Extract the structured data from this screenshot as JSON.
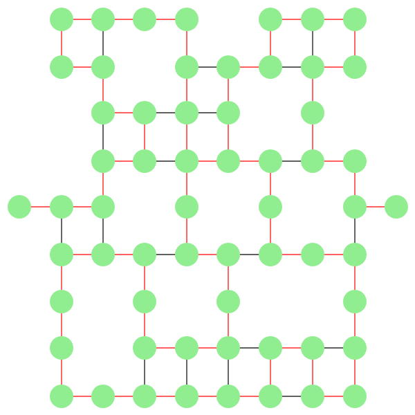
{
  "colors": {
    "node": "#90ee90",
    "edge_red": "#ff0000",
    "edge_black": "#000000",
    "background": "#ffffff"
  },
  "nodes": [
    {
      "id": "r0c1"
    },
    {
      "id": "r0c2"
    },
    {
      "id": "r0c3"
    },
    {
      "id": "r0c4"
    },
    {
      "id": "r0c6"
    },
    {
      "id": "r0c7"
    },
    {
      "id": "r0c8"
    },
    {
      "id": "r1c1"
    },
    {
      "id": "r1c2"
    },
    {
      "id": "r1c4"
    },
    {
      "id": "r1c5"
    },
    {
      "id": "r1c6"
    },
    {
      "id": "r1c7"
    },
    {
      "id": "r1c8"
    },
    {
      "id": "r2c2"
    },
    {
      "id": "r2c3"
    },
    {
      "id": "r2c4"
    },
    {
      "id": "r2c5"
    },
    {
      "id": "r2c7"
    },
    {
      "id": "r3c2"
    },
    {
      "id": "r3c3"
    },
    {
      "id": "r3c4"
    },
    {
      "id": "r3c5"
    },
    {
      "id": "r3c6"
    },
    {
      "id": "r3c7"
    },
    {
      "id": "r3c8"
    },
    {
      "id": "r4c0"
    },
    {
      "id": "r4c1"
    },
    {
      "id": "r4c2"
    },
    {
      "id": "r4c4"
    },
    {
      "id": "r4c6"
    },
    {
      "id": "r4c8"
    },
    {
      "id": "r4c9"
    },
    {
      "id": "r5c1"
    },
    {
      "id": "r5c2"
    },
    {
      "id": "r5c3"
    },
    {
      "id": "r5c4"
    },
    {
      "id": "r5c5"
    },
    {
      "id": "r5c6"
    },
    {
      "id": "r5c7"
    },
    {
      "id": "r5c8"
    },
    {
      "id": "r6c1"
    },
    {
      "id": "r6c3"
    },
    {
      "id": "r6c5"
    },
    {
      "id": "r6c8"
    },
    {
      "id": "r7c1"
    },
    {
      "id": "r7c3"
    },
    {
      "id": "r7c4"
    },
    {
      "id": "r7c5"
    },
    {
      "id": "r7c6"
    },
    {
      "id": "r7c7"
    },
    {
      "id": "r7c8"
    },
    {
      "id": "r8c1"
    },
    {
      "id": "r8c2"
    },
    {
      "id": "r8c3"
    },
    {
      "id": "r8c4"
    },
    {
      "id": "r8c5"
    },
    {
      "id": "r8c6"
    },
    {
      "id": "r8c7"
    },
    {
      "id": "r8c8"
    }
  ],
  "edges": [
    {
      "from": "r0c1",
      "to": "r0c2",
      "color": "red"
    },
    {
      "from": "r0c2",
      "to": "r0c3",
      "color": "red"
    },
    {
      "from": "r0c3",
      "to": "r0c4",
      "color": "red"
    },
    {
      "from": "r0c6",
      "to": "r0c7",
      "color": "red"
    },
    {
      "from": "r0c7",
      "to": "r0c8",
      "color": "red"
    },
    {
      "from": "r0c1",
      "to": "r1c1",
      "color": "red"
    },
    {
      "from": "r0c2",
      "to": "r1c2",
      "color": "black"
    },
    {
      "from": "r0c4",
      "to": "r1c4",
      "color": "red"
    },
    {
      "from": "r0c6",
      "to": "r1c6",
      "color": "red"
    },
    {
      "from": "r0c7",
      "to": "r1c7",
      "color": "black"
    },
    {
      "from": "r0c8",
      "to": "r1c8",
      "color": "red"
    },
    {
      "from": "r1c1",
      "to": "r1c2",
      "color": "red"
    },
    {
      "from": "r1c4",
      "to": "r1c5",
      "color": "black"
    },
    {
      "from": "r1c5",
      "to": "r1c6",
      "color": "red"
    },
    {
      "from": "r1c6",
      "to": "r1c7",
      "color": "black"
    },
    {
      "from": "r1c7",
      "to": "r1c8",
      "color": "red"
    },
    {
      "from": "r1c2",
      "to": "r2c2",
      "color": "red"
    },
    {
      "from": "r1c4",
      "to": "r2c4",
      "color": "red"
    },
    {
      "from": "r1c5",
      "to": "r2c5",
      "color": "red"
    },
    {
      "from": "r1c7",
      "to": "r2c7",
      "color": "red"
    },
    {
      "from": "r2c2",
      "to": "r2c3",
      "color": "red"
    },
    {
      "from": "r2c3",
      "to": "r2c4",
      "color": "black"
    },
    {
      "from": "r2c4",
      "to": "r2c5",
      "color": "black"
    },
    {
      "from": "r2c2",
      "to": "r3c2",
      "color": "black"
    },
    {
      "from": "r2c3",
      "to": "r3c3",
      "color": "red"
    },
    {
      "from": "r2c4",
      "to": "r3c4",
      "color": "red"
    },
    {
      "from": "r2c5",
      "to": "r3c5",
      "color": "red"
    },
    {
      "from": "r2c7",
      "to": "r3c7",
      "color": "red"
    },
    {
      "from": "r3c2",
      "to": "r3c3",
      "color": "red"
    },
    {
      "from": "r3c3",
      "to": "r3c4",
      "color": "black"
    },
    {
      "from": "r3c4",
      "to": "r3c5",
      "color": "red"
    },
    {
      "from": "r3c5",
      "to": "r3c6",
      "color": "red"
    },
    {
      "from": "r3c6",
      "to": "r3c7",
      "color": "black"
    },
    {
      "from": "r3c7",
      "to": "r3c8",
      "color": "red"
    },
    {
      "from": "r3c2",
      "to": "r4c2",
      "color": "red"
    },
    {
      "from": "r3c4",
      "to": "r4c4",
      "color": "red"
    },
    {
      "from": "r3c6",
      "to": "r4c6",
      "color": "red"
    },
    {
      "from": "r3c8",
      "to": "r4c8",
      "color": "red"
    },
    {
      "from": "r4c0",
      "to": "r4c1",
      "color": "red"
    },
    {
      "from": "r4c1",
      "to": "r4c2",
      "color": "red"
    },
    {
      "from": "r4c8",
      "to": "r4c9",
      "color": "red"
    },
    {
      "from": "r4c1",
      "to": "r5c1",
      "color": "black"
    },
    {
      "from": "r4c2",
      "to": "r5c2",
      "color": "black"
    },
    {
      "from": "r4c4",
      "to": "r5c4",
      "color": "red"
    },
    {
      "from": "r4c6",
      "to": "r5c6",
      "color": "red"
    },
    {
      "from": "r4c8",
      "to": "r5c8",
      "color": "black"
    },
    {
      "from": "r5c1",
      "to": "r5c2",
      "color": "red"
    },
    {
      "from": "r5c2",
      "to": "r5c3",
      "color": "red"
    },
    {
      "from": "r5c3",
      "to": "r5c4",
      "color": "black"
    },
    {
      "from": "r5c4",
      "to": "r5c5",
      "color": "red"
    },
    {
      "from": "r5c5",
      "to": "r5c6",
      "color": "black"
    },
    {
      "from": "r5c6",
      "to": "r5c7",
      "color": "red"
    },
    {
      "from": "r5c7",
      "to": "r5c8",
      "color": "red"
    },
    {
      "from": "r5c1",
      "to": "r6c1",
      "color": "red"
    },
    {
      "from": "r5c3",
      "to": "r6c3",
      "color": "red"
    },
    {
      "from": "r5c5",
      "to": "r6c5",
      "color": "red"
    },
    {
      "from": "r5c8",
      "to": "r6c8",
      "color": "red"
    },
    {
      "from": "r6c1",
      "to": "r7c1",
      "color": "red"
    },
    {
      "from": "r6c3",
      "to": "r7c3",
      "color": "red"
    },
    {
      "from": "r6c5",
      "to": "r7c5",
      "color": "red"
    },
    {
      "from": "r6c8",
      "to": "r7c8",
      "color": "red"
    },
    {
      "from": "r7c3",
      "to": "r7c4",
      "color": "red"
    },
    {
      "from": "r7c4",
      "to": "r7c5",
      "color": "red"
    },
    {
      "from": "r7c5",
      "to": "r7c6",
      "color": "black"
    },
    {
      "from": "r7c6",
      "to": "r7c7",
      "color": "red"
    },
    {
      "from": "r7c7",
      "to": "r7c8",
      "color": "black"
    },
    {
      "from": "r7c1",
      "to": "r8c1",
      "color": "red"
    },
    {
      "from": "r7c3",
      "to": "r8c3",
      "color": "black"
    },
    {
      "from": "r7c4",
      "to": "r8c4",
      "color": "black"
    },
    {
      "from": "r7c5",
      "to": "r8c5",
      "color": "black"
    },
    {
      "from": "r7c6",
      "to": "r8c6",
      "color": "red"
    },
    {
      "from": "r7c7",
      "to": "r8c7",
      "color": "red"
    },
    {
      "from": "r7c8",
      "to": "r8c8",
      "color": "red"
    },
    {
      "from": "r8c1",
      "to": "r8c2",
      "color": "red"
    },
    {
      "from": "r8c2",
      "to": "r8c3",
      "color": "red"
    },
    {
      "from": "r8c3",
      "to": "r8c4",
      "color": "red"
    },
    {
      "from": "r8c4",
      "to": "r8c5",
      "color": "red"
    },
    {
      "from": "r8c5",
      "to": "r8c6",
      "color": "red"
    },
    {
      "from": "r8c6",
      "to": "r8c7",
      "color": "black"
    },
    {
      "from": "r8c7",
      "to": "r8c8",
      "color": "red"
    }
  ]
}
